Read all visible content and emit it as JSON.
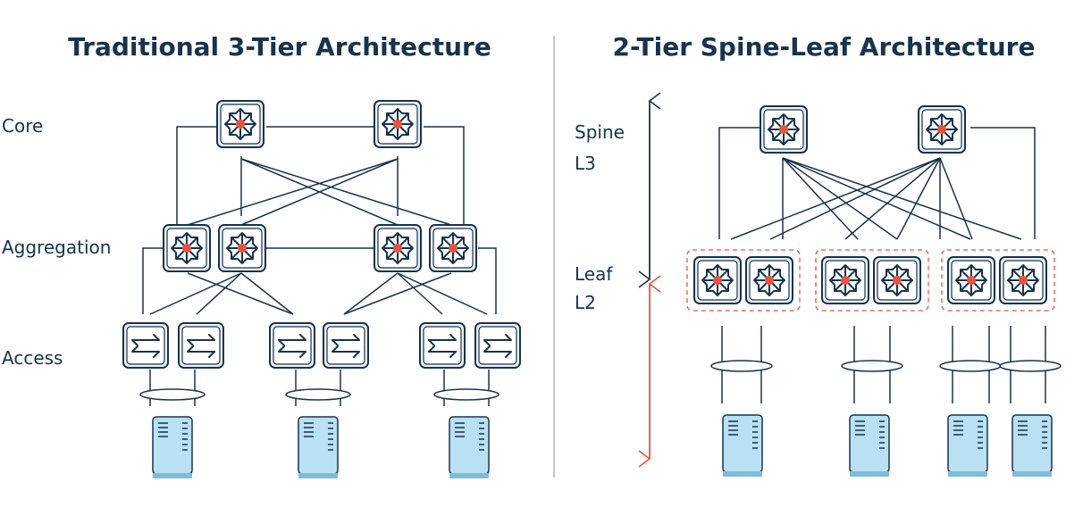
{
  "left": {
    "title": "Traditional 3-Tier Architecture",
    "labels": {
      "core": "Core",
      "aggregation": "Aggregation",
      "access": "Access"
    }
  },
  "right": {
    "title": "2-Tier Spine-Leaf Architecture",
    "labels": {
      "spine": "Spine",
      "spine_layer": "L3",
      "leaf": "Leaf",
      "leaf_layer": "L2"
    }
  },
  "icons": {
    "router": "router-icon",
    "switch": "switch-icon",
    "server": "server-icon"
  },
  "colors": {
    "text": "#17334d",
    "accent": "#e8533f",
    "server": "#b9e0f3",
    "divider": "#9aa3ab"
  }
}
